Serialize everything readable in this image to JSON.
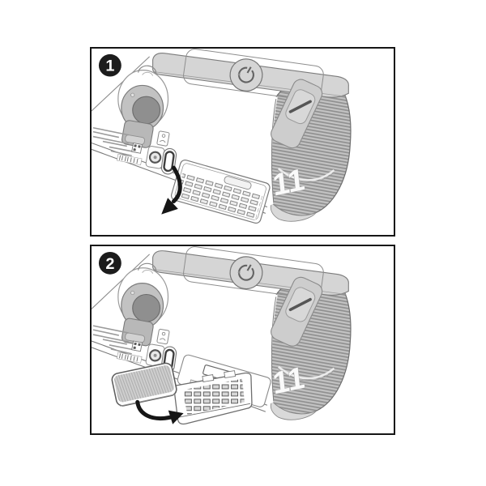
{
  "figure": {
    "device_label": "11",
    "steps": [
      {
        "number": "1",
        "arrow": "curved-arrow-down-left"
      },
      {
        "number": "2",
        "arrow": "curved-arrow-up-right"
      }
    ],
    "icons": [
      "power-icon",
      "step-badge",
      "sd-card-icon",
      "barcode-label",
      "qr-label"
    ]
  },
  "colors": {
    "background": "#ffffff",
    "panel_border": "#161616",
    "line_art": "#6e6e6e",
    "top_panel_gray": "#d5d5d5",
    "end_cap_gray": "#a8a8a8",
    "connector_gray": "#8f8f8f",
    "badge_bg": "#1c1c1c",
    "badge_text": "#ffffff",
    "arrow_black": "#161616",
    "device_label_fill": "#fafafa"
  }
}
